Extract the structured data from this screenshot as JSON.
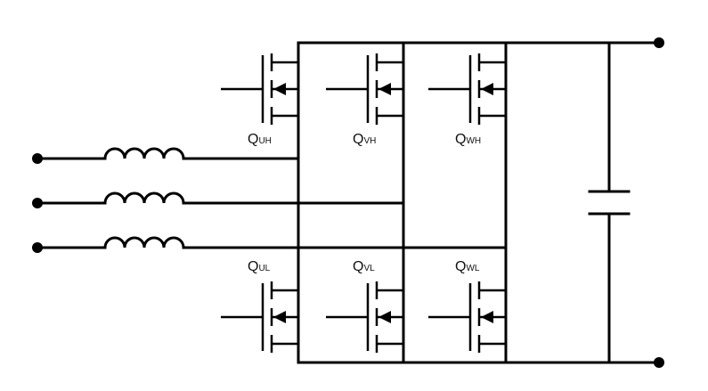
{
  "transistors": [
    {
      "id": "uh",
      "label": "Q",
      "subscript": "UH"
    },
    {
      "id": "vh",
      "label": "Q",
      "subscript": "VH"
    },
    {
      "id": "wh",
      "label": "Q",
      "subscript": "WH"
    },
    {
      "id": "ul",
      "label": "Q",
      "subscript": "UL"
    },
    {
      "id": "vl",
      "label": "Q",
      "subscript": "VL"
    },
    {
      "id": "wl",
      "label": "Q",
      "subscript": "WL"
    }
  ],
  "colors": {
    "line": "#000000",
    "background": "#ffffff"
  }
}
